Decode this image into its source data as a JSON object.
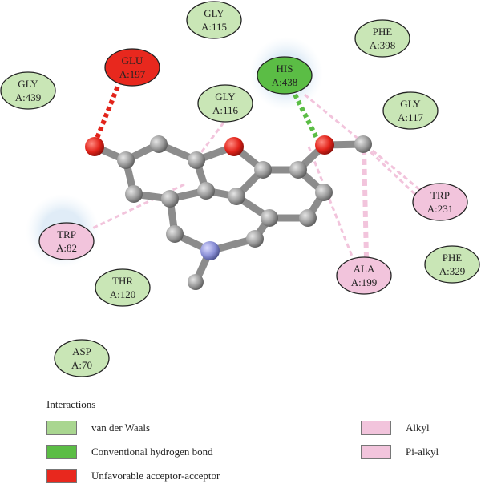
{
  "residues": {
    "gly115": {
      "name": "GLY",
      "id": "A:115"
    },
    "glu197": {
      "name": "GLU",
      "id": "A:197"
    },
    "gly439": {
      "name": "GLY",
      "id": "A:439"
    },
    "his438": {
      "name": "HIS",
      "id": "A:438"
    },
    "phe398": {
      "name": "PHE",
      "id": "A:398"
    },
    "gly116": {
      "name": "GLY",
      "id": "A:116"
    },
    "gly117": {
      "name": "GLY",
      "id": "A:117"
    },
    "trp231": {
      "name": "TRP",
      "id": "A:231"
    },
    "trp82": {
      "name": "TRP",
      "id": "A:82"
    },
    "ala199": {
      "name": "ALA",
      "id": "A:199"
    },
    "phe329": {
      "name": "PHE",
      "id": "A:329"
    },
    "thr120": {
      "name": "THR",
      "id": "A:120"
    },
    "asp70": {
      "name": "ASP",
      "id": "A:70"
    }
  },
  "legend": {
    "title": "Interactions",
    "items": [
      {
        "label": "van der Waals",
        "color": "#a9d690"
      },
      {
        "label": "Conventional hydrogen bond",
        "color": "#5bbd45"
      },
      {
        "label": "Unfavorable acceptor-acceptor",
        "color": "#e8281e"
      },
      {
        "label": "Alkyl",
        "color": "#f2c4dc"
      },
      {
        "label": "Pi-alkyl",
        "color": "#f2c4dc"
      }
    ]
  },
  "colors": {
    "vdw": "#c9e6b6",
    "hbond": "#5bbd45",
    "unfavorable": "#e8281e",
    "alkyl": "#f2c4dc",
    "atom_carbon": "#9a9a9a",
    "atom_oxygen": "#e2231a",
    "atom_nitrogen": "#8a8fd6"
  }
}
